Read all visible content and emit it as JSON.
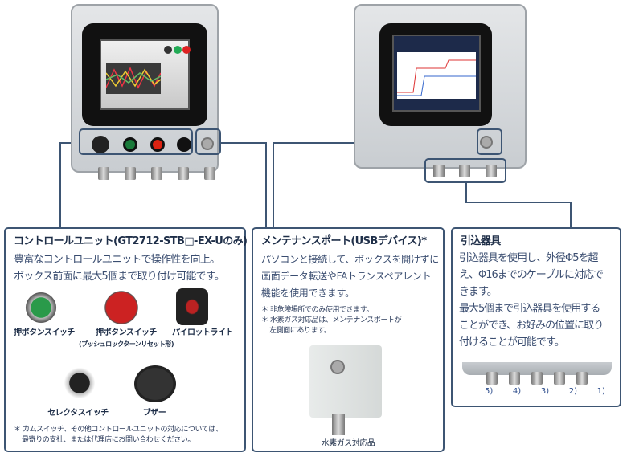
{
  "control_unit": {
    "title": "コントロールユニット(GT2712-STB□-EX-Uのみ)",
    "lines": [
      "豊富なコントロールユニットで操作性を向上。",
      "ボックス前面に最大5個まで取り付け可能です。"
    ],
    "items": [
      {
        "label": "押ボタンスイッチ",
        "sub": ""
      },
      {
        "label": "押ボタンスイッチ",
        "sub": "(プッシュロックターンリセット形)"
      },
      {
        "label": "パイロットライト",
        "sub": ""
      },
      {
        "label": "セレクタスイッチ",
        "sub": ""
      },
      {
        "label": "ブザー",
        "sub": ""
      }
    ],
    "note": [
      "＊ カムスイッチ、その他コントロールユニットの対応については、",
      "最寄りの支社、または代理店にお問い合わせください。"
    ]
  },
  "maintenance_port": {
    "title": "メンテナンスポート(USBデバイス)*",
    "lines": [
      "パソコンと接続して、ボックスを開けずに",
      "画面データ転送やFAトランスペアレント",
      "機能を使用できます。"
    ],
    "notes": [
      "＊ 非危険場所でのみ使用できます。",
      "＊ 水素ガス対応品は、メンテナンスポートが",
      "左側面にあります。"
    ],
    "caption": "水素ガス対応品"
  },
  "cable_gland": {
    "title": "引込器具",
    "lines": [
      "引込器具を使用し、外径Φ5を超",
      "え、Φ16までのケーブルに対応で",
      "きます。",
      "最大5個まで引込器具を使用する",
      "ことができ、お好みの位置に取り",
      "付けることが可能です。"
    ],
    "positions": [
      "5)",
      "4)",
      "3)",
      "2)",
      "1)"
    ]
  }
}
